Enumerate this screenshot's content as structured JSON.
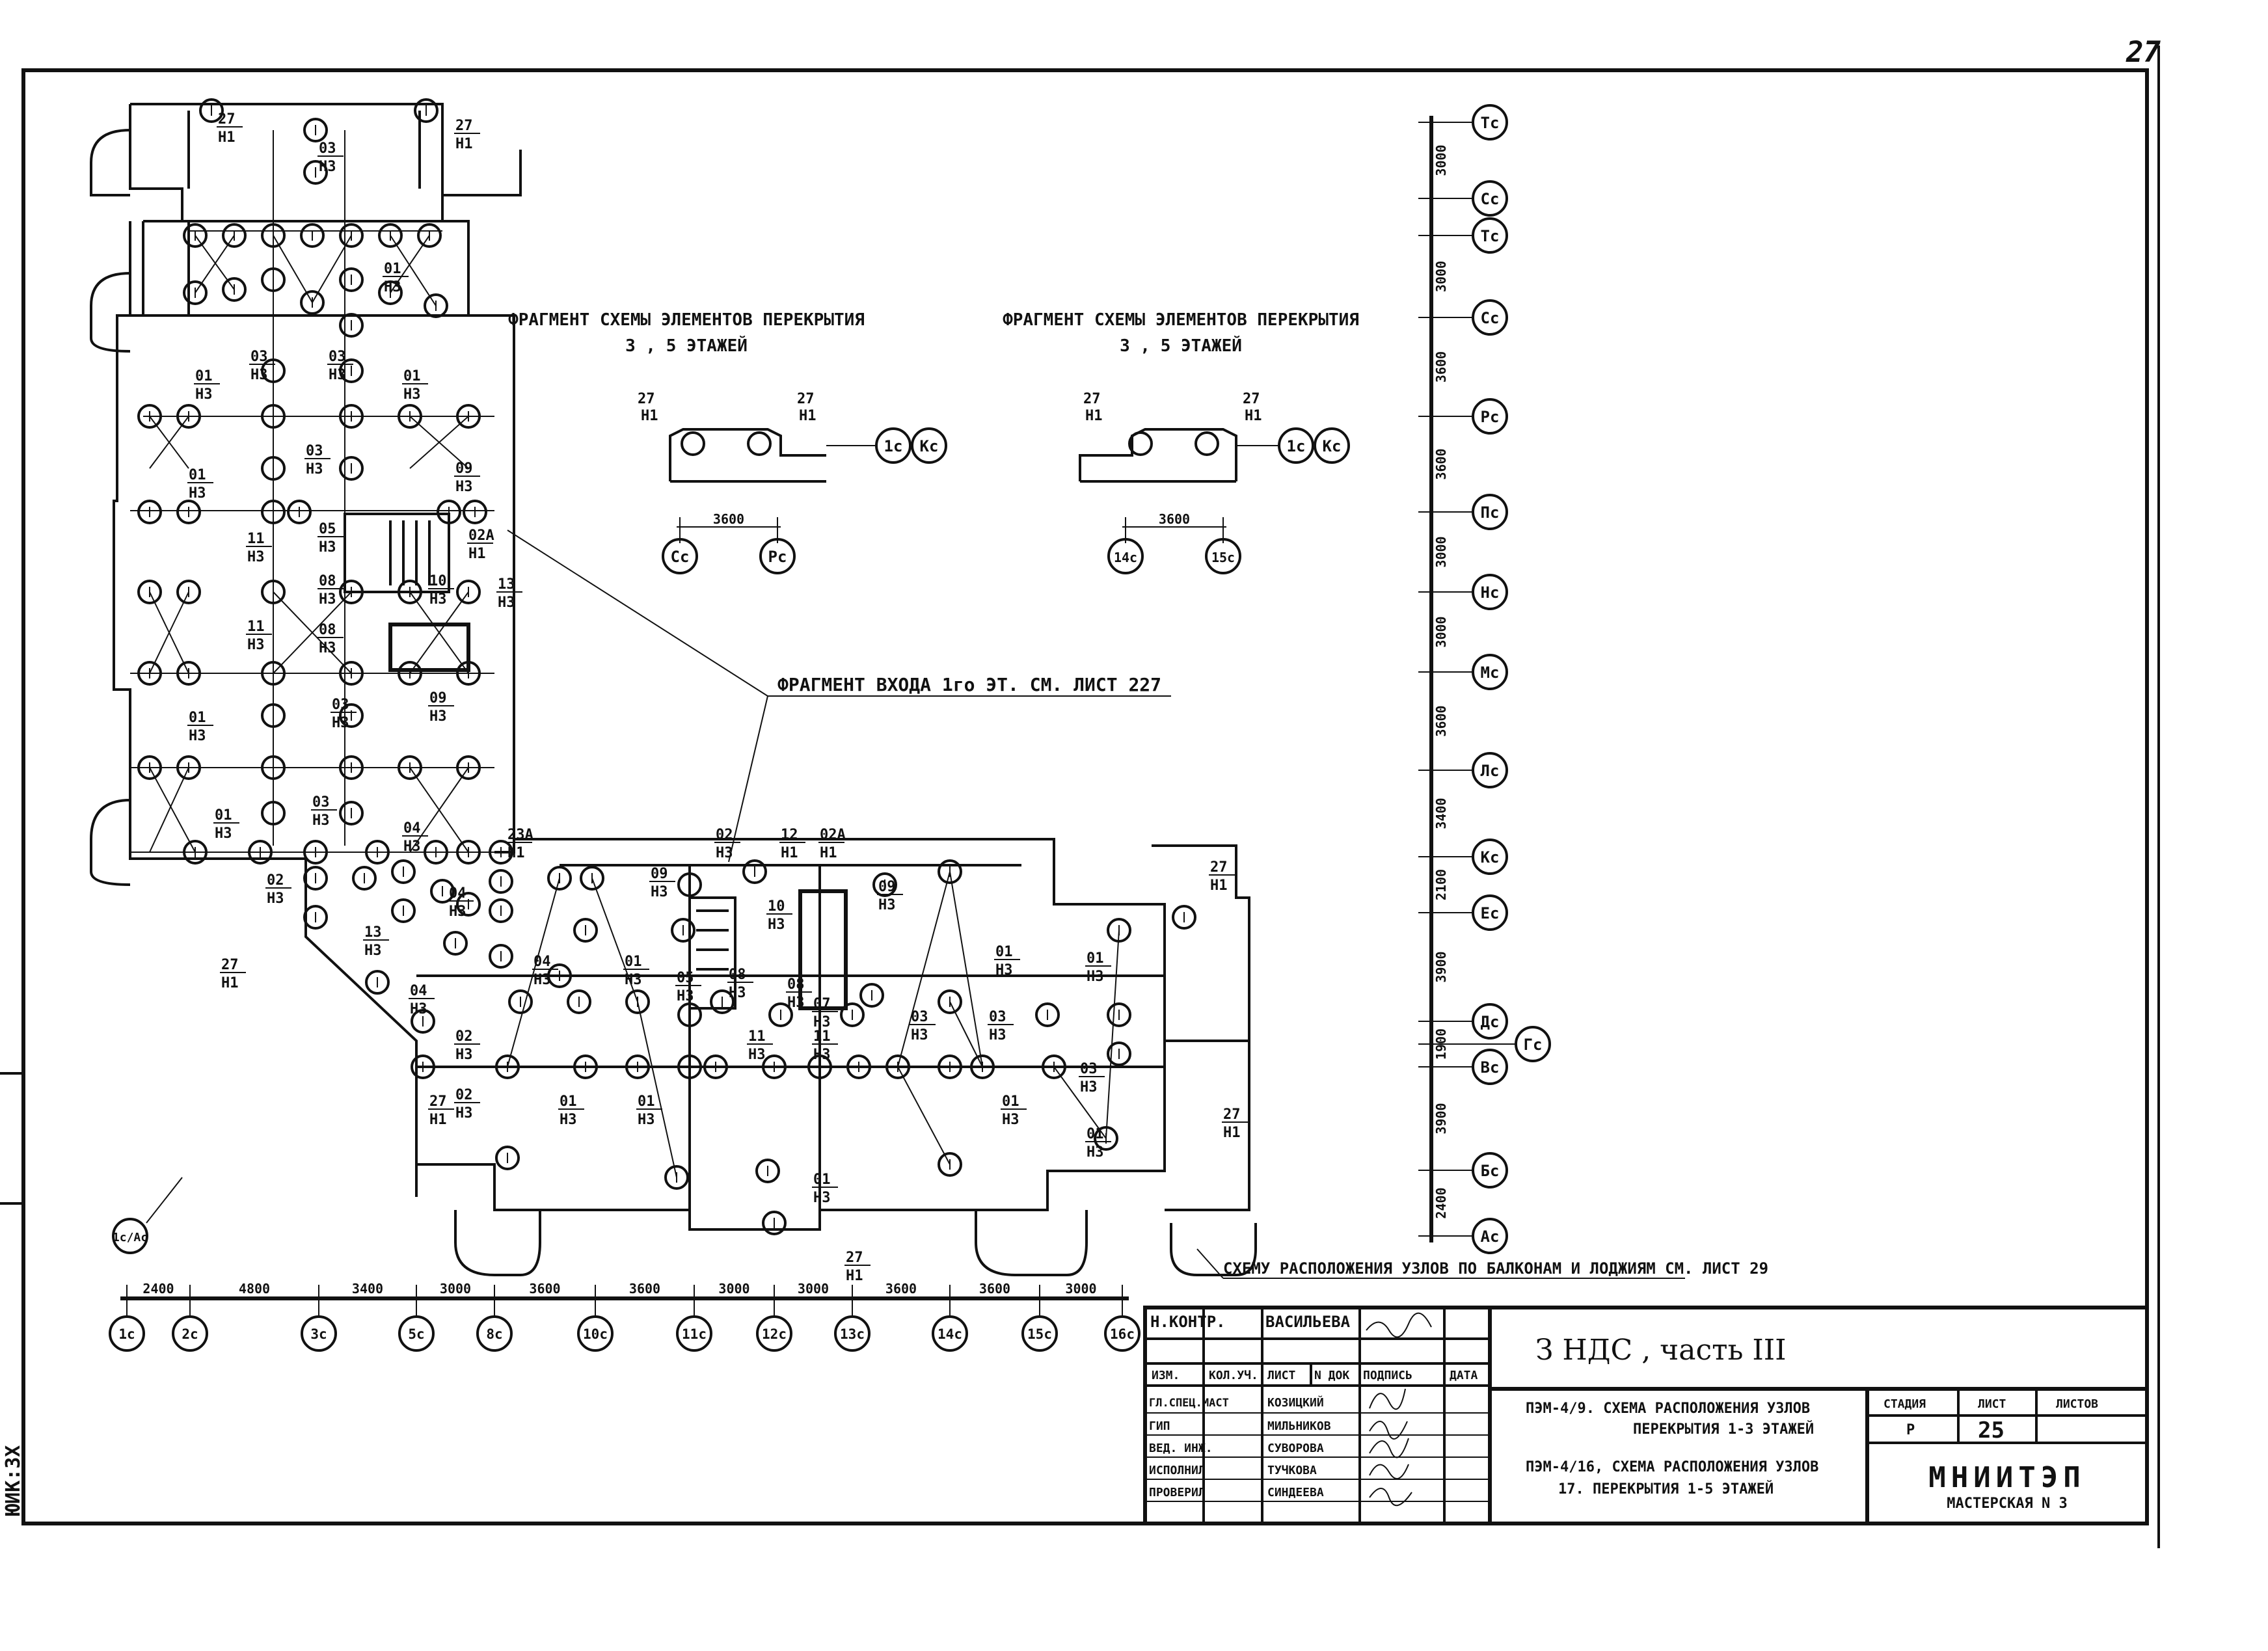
{
  "page_number": "27",
  "fragment1": {
    "title_line1": "ФРАГМЕНТ СХЕМЫ ЭЛЕМЕНТОВ ПЕРЕКРЫТИЯ",
    "title_line2": "3 , 5 ЭТАЖЕЙ",
    "label_left": "27",
    "label_left_sub": "Н1",
    "label_right": "27",
    "label_right_sub": "Н1",
    "dimension": "3600",
    "axis_left": "Сс",
    "axis_right": "Рс",
    "axis_a": "1с",
    "axis_b": "Кс"
  },
  "fragment2": {
    "title_line1": "ФРАГМЕНТ СХЕМЫ ЭЛЕМЕНТОВ ПЕРЕКРЫТИЯ",
    "title_line2": "3 , 5 ЭТАЖЕЙ",
    "label_left": "27",
    "label_left_sub": "Н1",
    "label_right": "27",
    "label_right_sub": "Н1",
    "dimension": "3600",
    "axis_left": "14с",
    "axis_right": "15с",
    "axis_a": "1с",
    "axis_b": "Кс"
  },
  "entrance_note": "ФРАГМЕНТ ВХОДА 1го ЭТ. СМ. ЛИСТ 227",
  "balcony_note": "СХЕМУ РАСПОЛОЖЕНИЯ УЗЛОВ ПО БАЛКОНАМ И ЛОДЖИЯМ СМ. ЛИСТ 29",
  "corner_axis_label": "1с/Ас",
  "vertical_axes": [
    {
      "name": "Тс",
      "dim": "3000"
    },
    {
      "name": "Сс",
      "dim": ""
    },
    {
      "name": "Тс",
      "dim": "3000"
    },
    {
      "name": "Сс",
      "dim": "3600"
    },
    {
      "name": "Рс",
      "dim": "3600"
    },
    {
      "name": "Пс",
      "dim": "3000"
    },
    {
      "name": "Нс",
      "dim": "3000"
    },
    {
      "name": "Мс",
      "dim": "3600"
    },
    {
      "name": "Лс",
      "dim": "3400"
    },
    {
      "name": "Кс",
      "dim": "2100"
    },
    {
      "name": "Ес",
      "dim": "3900"
    },
    {
      "name": "Дс",
      "dim": "1900"
    },
    {
      "name": "Вс",
      "dim": "3900"
    },
    {
      "name": "Бс",
      "dim": "2400"
    },
    {
      "name": "Ас",
      "dim": ""
    }
  ],
  "extra_axis_g": "Гс",
  "horizontal_axes": [
    {
      "name": "1с",
      "dim": "2400"
    },
    {
      "name": "2с",
      "dim": "4800"
    },
    {
      "name": "3с",
      "dim": "3400"
    },
    {
      "name": "5с",
      "dim": "3000"
    },
    {
      "name": "8с",
      "dim": "3600"
    },
    {
      "name": "10с",
      "dim": "3600"
    },
    {
      "name": "11с",
      "dim": "3000"
    },
    {
      "name": "12с",
      "dim": "3000"
    },
    {
      "name": "13с",
      "dim": "3600"
    },
    {
      "name": "14с",
      "dim": "3600"
    },
    {
      "name": "15с",
      "dim": "3000"
    },
    {
      "name": "16с",
      "dim": ""
    }
  ],
  "plan_labels": [
    {
      "top": "27",
      "bot": "Н1"
    },
    {
      "top": "03",
      "bot": "Н3"
    },
    {
      "top": "01",
      "bot": "Н3"
    },
    {
      "top": "02",
      "bot": "Н3"
    },
    {
      "top": "05",
      "bot": "Н3"
    },
    {
      "top": "07",
      "bot": "Н3"
    },
    {
      "top": "08",
      "bot": "Н3"
    },
    {
      "top": "09",
      "bot": "Н3"
    },
    {
      "top": "10",
      "bot": "Н3"
    },
    {
      "top": "11",
      "bot": "Н3"
    },
    {
      "top": "12",
      "bot": "Н1"
    },
    {
      "top": "13",
      "bot": "Н3"
    },
    {
      "top": "04",
      "bot": "Н3"
    },
    {
      "top": "02А",
      "bot": "Н1"
    },
    {
      "top": "23А",
      "bot": "Н1"
    }
  ],
  "stamp": {
    "head_row": [
      "Н.КОНТР.",
      "ВАСИЛЬЕВА",
      "",
      ""
    ],
    "col_headers": [
      "ИЗМ.",
      "КОЛ.УЧ.",
      "ЛИСТ",
      "N ДОК",
      "ПОДПИСЬ",
      "ДАТА"
    ],
    "people": [
      {
        "role": "ГЛ.СПЕЦ.МАСТ",
        "name": "КОЗИЦКИЙ"
      },
      {
        "role": "ГИП",
        "name": "МИЛЬНИКОВ"
      },
      {
        "role": "ВЕД. ИНЖ.",
        "name": "СУВОРОВА"
      },
      {
        "role": "ИСПОЛНИЛ",
        "name": "ТУЧКОВА"
      },
      {
        "role": "ПРОВЕРИЛ",
        "name": "СИНДЕЕВА"
      }
    ],
    "project_title": "З НДС , часть III",
    "sheet_line1a": "ПЭМ-4/9.  СХЕМА РАСПОЛОЖЕНИЯ УЗЛОВ",
    "sheet_line1b": "ПЕРЕКРЫТИЯ 1-3 ЭТАЖЕЙ",
    "sheet_line2a": "ПЭМ-4/16, СХЕМА РАСПОЛОЖЕНИЯ УЗЛОВ",
    "sheet_line2b": "17.  ПЕРЕКРЫТИЯ 1-5 ЭТАЖЕЙ",
    "stage_header": "СТАДИЯ",
    "sheet_header": "ЛИСТ",
    "sheets_header": "ЛИСТОВ",
    "stage": "Р",
    "sheet": "25",
    "sheets": "",
    "org_line1": "МНИИТЭП",
    "org_line2": "МАСТЕРСКАЯ N 3"
  },
  "side_stamp": "ЮИК:ЗХ"
}
